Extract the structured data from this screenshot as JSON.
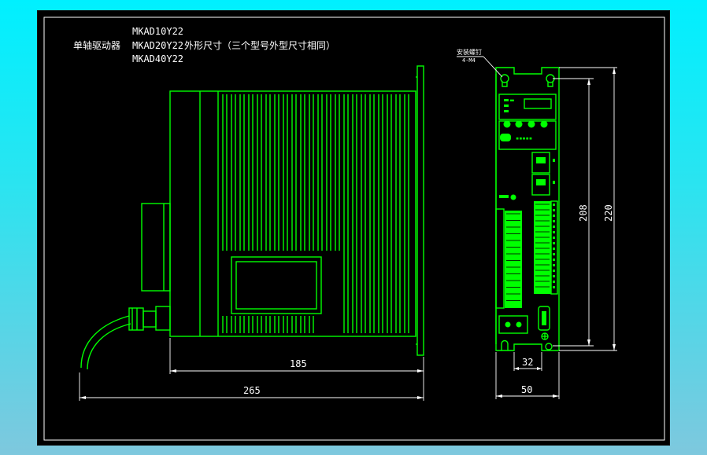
{
  "title": {
    "model_1": "MKAD10Y22",
    "prefix": "单轴驱动器",
    "model_2": "MKAD20Y22",
    "caption": "外形尺寸（三个型号外型尺寸相同）",
    "model_3": "MKAD40Y22"
  },
  "callout": {
    "label": "安装螺钉",
    "spec": "4-M4"
  },
  "dimensions": {
    "side_body_width": "185",
    "side_total_width": "265",
    "front_hole_spacing_width": "32",
    "front_total_width": "50",
    "front_hole_spacing_height": "208",
    "front_total_height": "220"
  },
  "colors": {
    "drawing": "#00ff00",
    "dimension": "#ffffff",
    "background": "#000000"
  }
}
